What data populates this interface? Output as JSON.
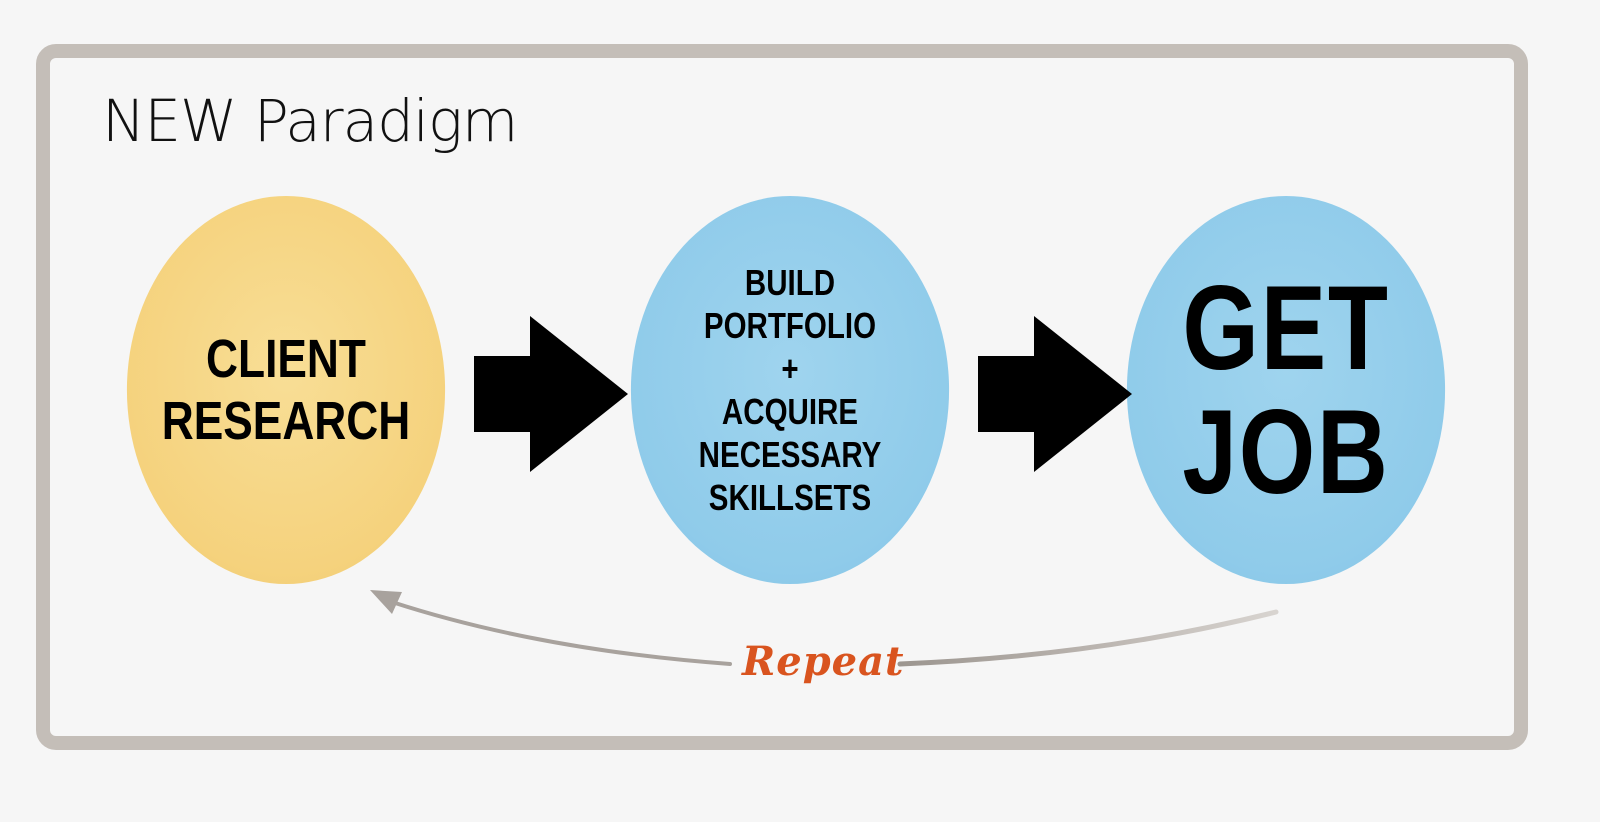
{
  "diagram": {
    "title": "NEW Paradigm",
    "steps": [
      {
        "lines": [
          "CLIENT",
          "RESEARCH"
        ],
        "color": "#f5d27d"
      },
      {
        "lines": [
          "BUILD",
          "PORTFOLIO",
          "+",
          "ACQUIRE NECESSARY",
          "SKILLSETS"
        ],
        "color": "#8fcbea"
      },
      {
        "lines": [
          "GET",
          "JOB"
        ],
        "color": "#8fcbea"
      }
    ],
    "loop_label": "Repeat",
    "colors": {
      "frame": "#c4beb8",
      "background": "#f6f6f6",
      "arrow": "#000000",
      "loop_arrow": "#a8a29d",
      "loop_label": "#d9541f"
    }
  }
}
